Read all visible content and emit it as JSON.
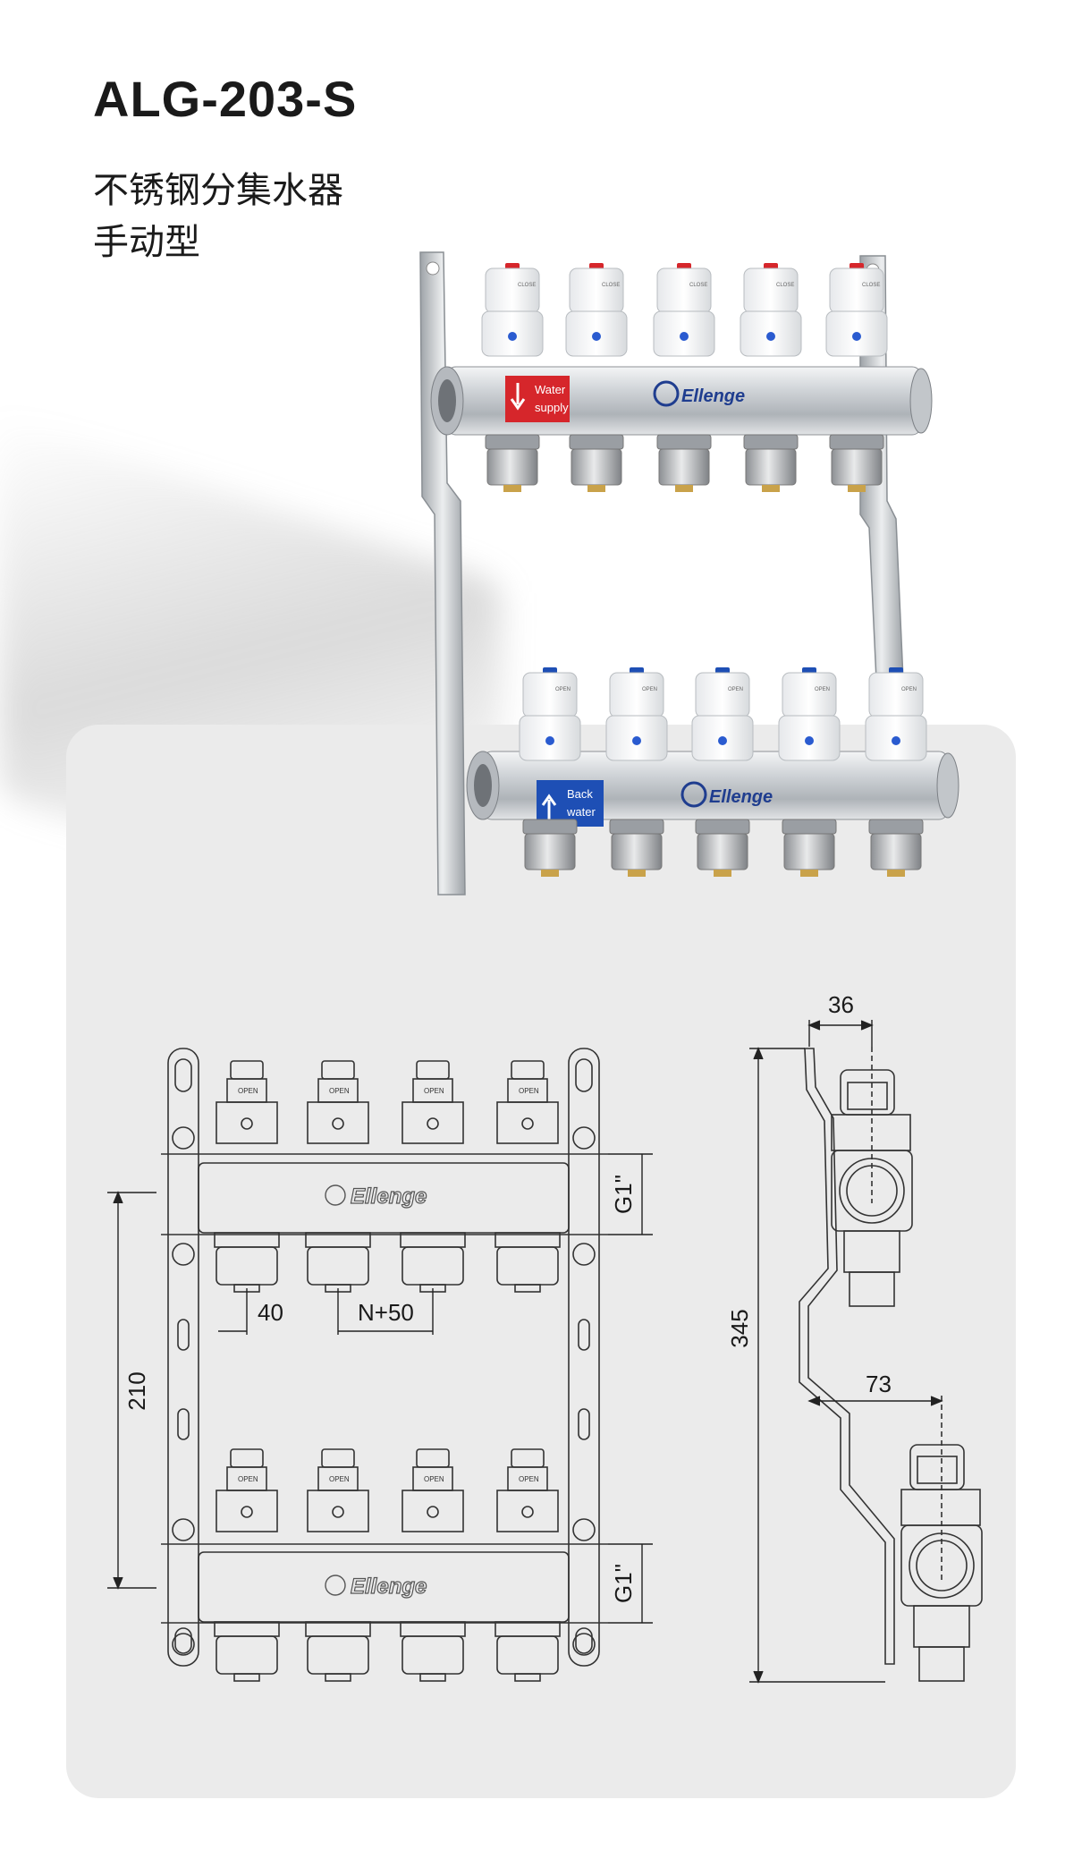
{
  "header": {
    "model": "ALG-203-S",
    "subtitle_line1": "不锈钢分集水器",
    "subtitle_line2": "手动型"
  },
  "product_photo": {
    "supply_label_line1": "Water",
    "supply_label_line2": "supply",
    "return_label_line1": "Back",
    "return_label_line2": "water",
    "brand": "Ellenge",
    "valve_text_close": "CLOSE",
    "valve_text_open": "OPEN",
    "colors": {
      "supply_accent": "#d6262b",
      "return_accent": "#1e4fb5",
      "steel": "#c9cdd2"
    }
  },
  "drawing": {
    "brand": "Ellenge",
    "valve_text": "OPEN",
    "dims": {
      "spacing_start": "40",
      "spacing": "N+50",
      "height_between_bars": "210",
      "thread_top": "G1\"",
      "thread_bottom": "G1\"",
      "depth": "36",
      "total_height": "345",
      "offset": "73"
    }
  }
}
